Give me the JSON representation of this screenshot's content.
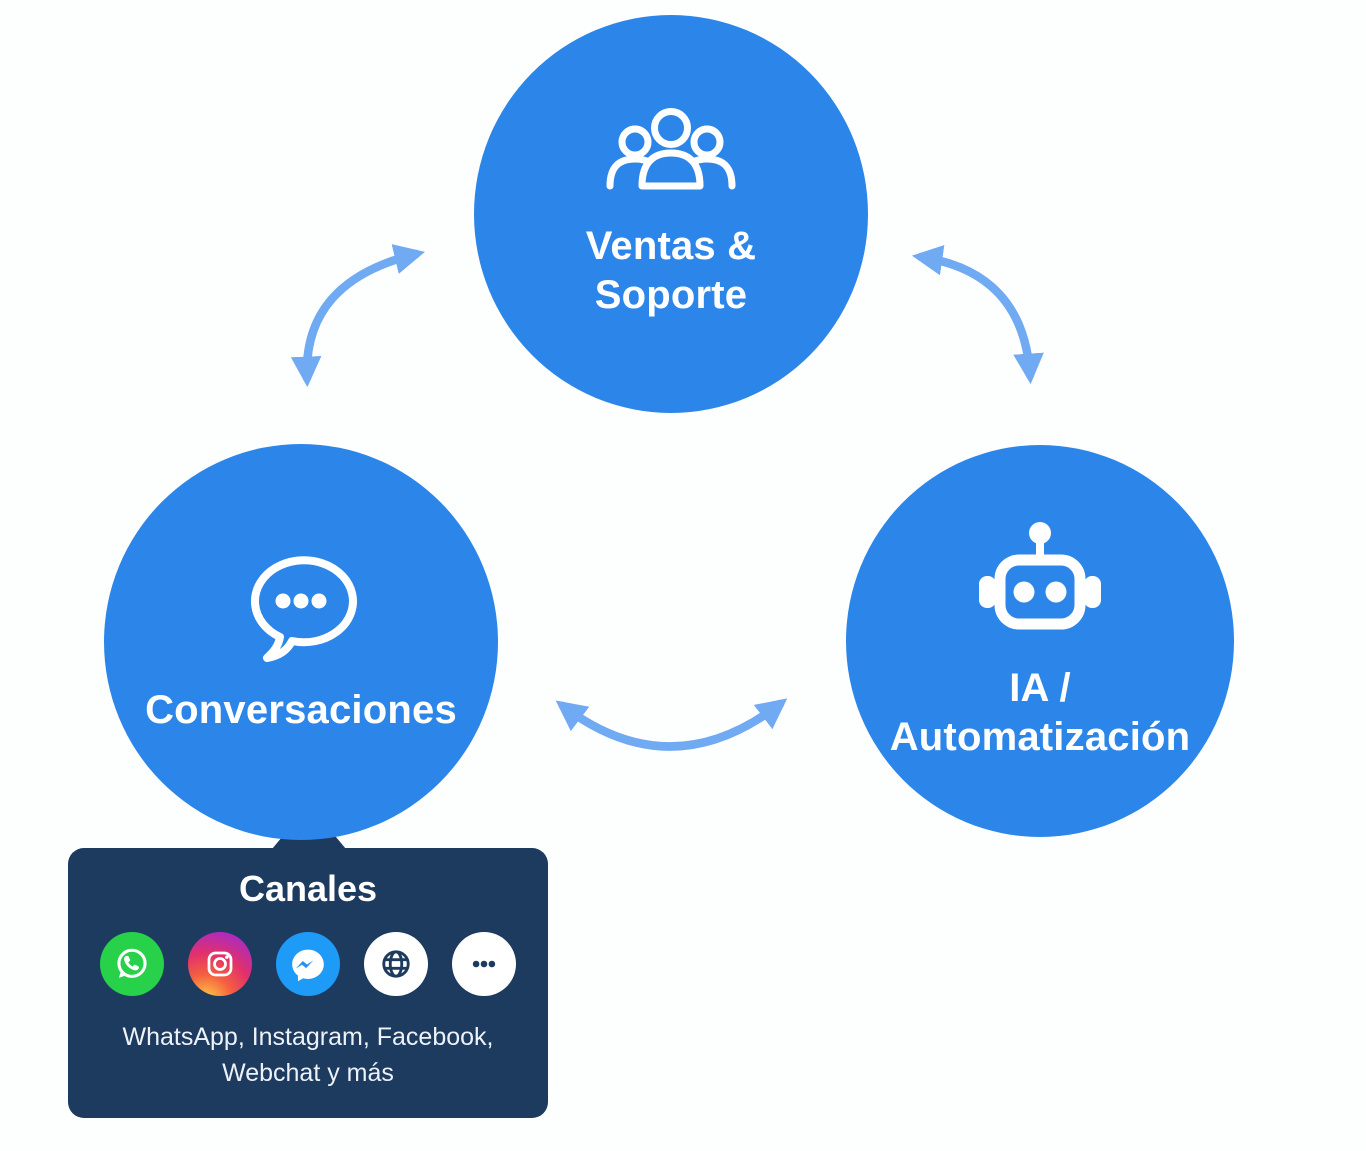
{
  "diagram": {
    "background": "#fdfefe",
    "colors": {
      "node_blue": "#2c86e9",
      "arrow_blue": "#6faaf3",
      "panel_navy": "#1d3a5f",
      "whatsapp_green": "#27d149",
      "messenger_blue": "#1e9bf6",
      "text_white": "#ffffff"
    },
    "nodes": {
      "sales_support": {
        "icon": "people-group-icon",
        "label_line1": "Ventas &",
        "label_line2": "Soporte"
      },
      "conversations": {
        "icon": "chat-bubble-icon",
        "label": "Conversaciones"
      },
      "ai_automation": {
        "icon": "robot-icon",
        "label_line1": "IA /",
        "label_line2": "Automatización"
      }
    },
    "arrows": {
      "style": "curved-double-headed",
      "color": "#6faaf3",
      "connections": [
        "conversations-sales_support",
        "sales_support-ai_automation",
        "conversations-ai_automation"
      ]
    },
    "channels_panel": {
      "title": "Canales",
      "channel_icons": [
        {
          "name": "whatsapp-icon",
          "color": "#27d149"
        },
        {
          "name": "instagram-icon",
          "color": "instagram-gradient"
        },
        {
          "name": "messenger-icon",
          "color": "#1e9bf6"
        },
        {
          "name": "webchat-globe-icon",
          "color": "#ffffff"
        },
        {
          "name": "more-channels-icon",
          "color": "#ffffff"
        }
      ],
      "caption_line1": "WhatsApp, Instagram, Facebook,",
      "caption_line2": "Webchat y más"
    }
  }
}
